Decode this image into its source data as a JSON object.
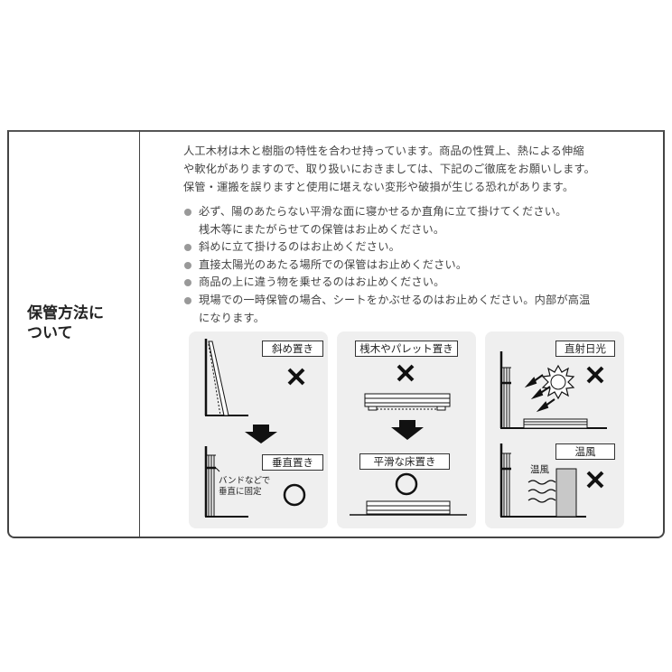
{
  "section": {
    "heading_line1": "保管方法に",
    "heading_line2": "ついて"
  },
  "intro": [
    "人工木材は木と樹脂の特性を合わせ持っています。商品の性質上、熱による伸縮",
    "や軟化がありますので、取り扱いにおきましては、下記のご徹底をお願いします。",
    "保管・運搬を誤りますと使用に堪えない変形や破損が生じる恐れがあります。"
  ],
  "bullets": [
    {
      "line1": "必ず、陽のあたらない平滑な面に寝かせるか直角に立て掛けてください。",
      "line2": "桟木等にまたがらせての保管はお止めください。"
    },
    {
      "line1": "斜めに立て掛けるのはお止めください。",
      "line2": ""
    },
    {
      "line1": "直接太陽光のあたる場所での保管はお止めください。",
      "line2": ""
    },
    {
      "line1": "商品の上に違う物を乗せるのはお止めください。",
      "line2": ""
    },
    {
      "line1": "現場での一時保管の場合、シートをかぶせるのはお止めください。内部が高温",
      "line2": "になります。"
    }
  ],
  "panels": [
    {
      "top_label": "斜め置き",
      "top_mark": "×",
      "bottom_label": "垂直置き",
      "bottom_mark": "○",
      "note_line1": "バンドなどで",
      "note_line2": "垂直に固定"
    },
    {
      "top_label": "桟木やパレット置き",
      "top_mark": "×",
      "bottom_label": "平滑な床置き",
      "bottom_mark": "○"
    },
    {
      "top_label": "直射日光",
      "top_mark": "×",
      "bottom_label": "温風",
      "bottom_mark": "×",
      "heat_label": "温風"
    }
  ],
  "colors": {
    "panel_bg": "#efefef",
    "text": "#444444",
    "bullet": "#999999",
    "heater": "#c8c8c8"
  }
}
